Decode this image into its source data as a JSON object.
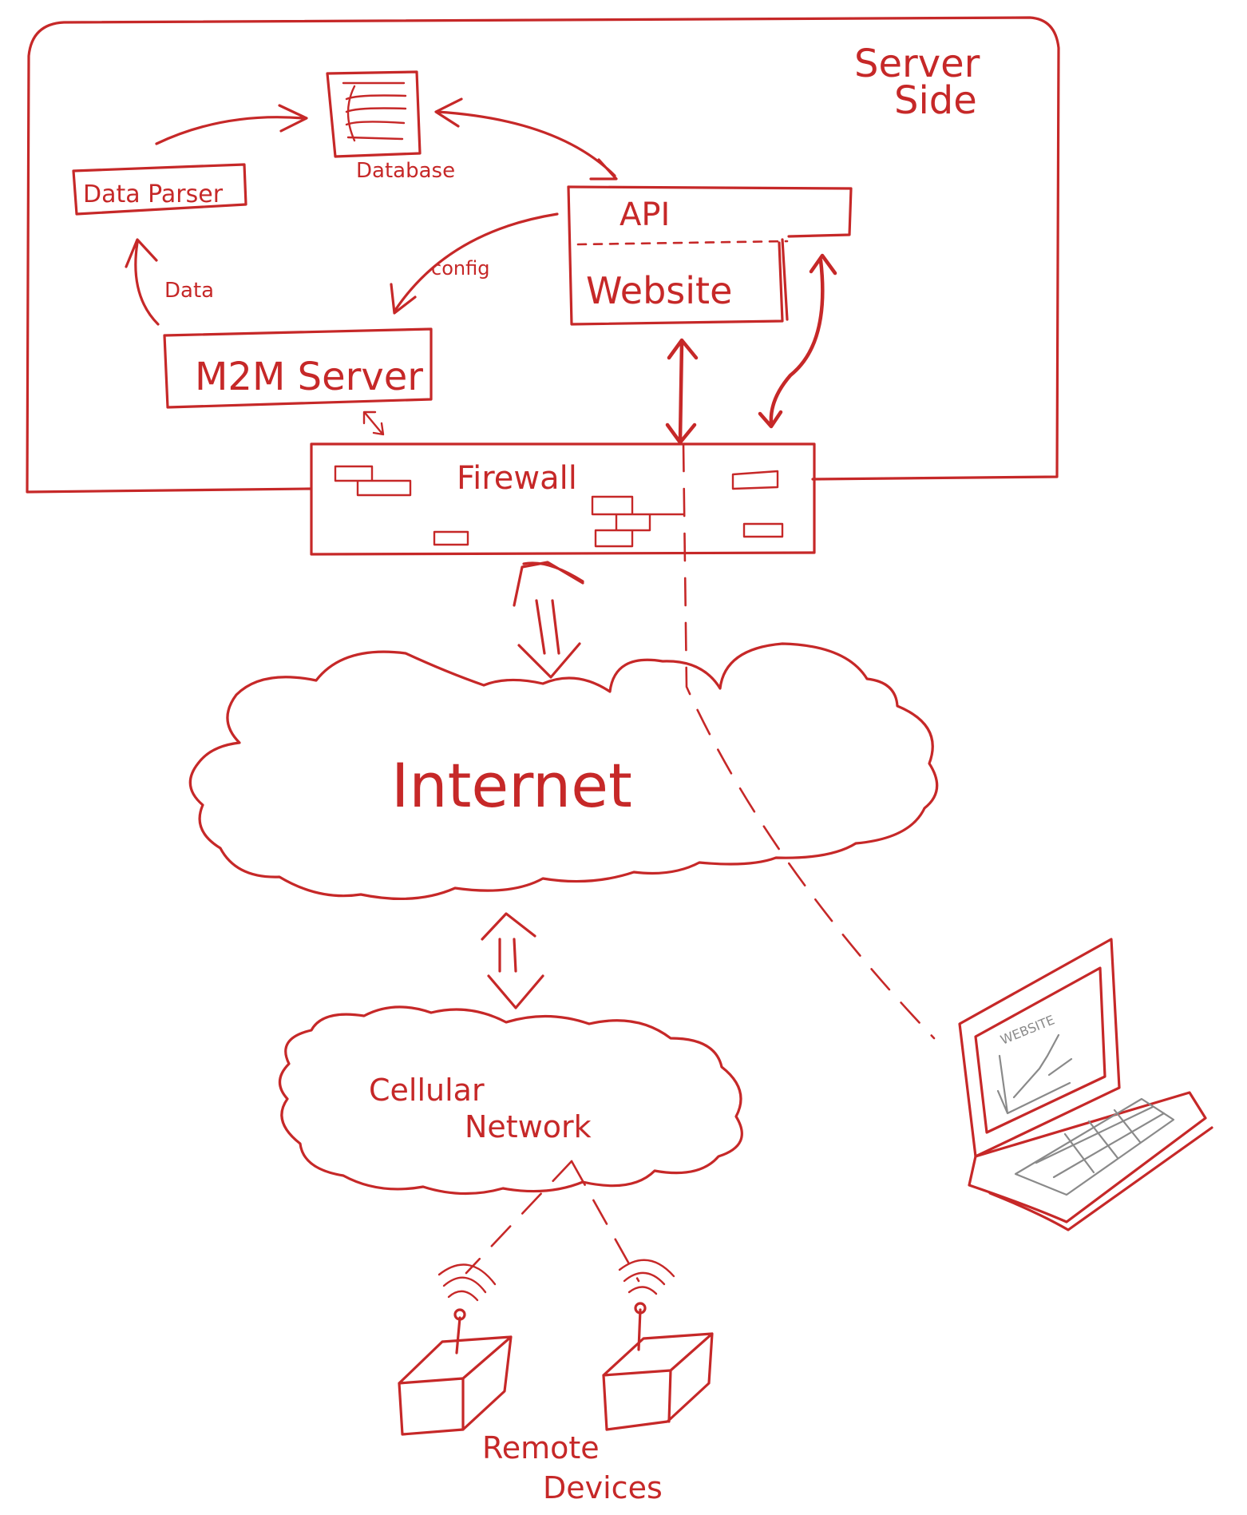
{
  "labels": {
    "server_side_line1": "Server",
    "server_side_line2": "Side",
    "database": "Database",
    "data_parser": "Data Parser",
    "api": "API",
    "website": "Website",
    "config": "config",
    "data": "Data",
    "m2m_server": "M2M Server",
    "firewall": "Firewall",
    "internet": "Internet",
    "cellular_line1": "Cellular",
    "cellular_line2": "Network",
    "laptop_screen": "WEBSITE",
    "remote_line1": "Remote",
    "remote_line2": "Devices"
  },
  "colors": {
    "ink": "#c62828",
    "laptop_screen_ink": "#8a8a8a",
    "background": "#ffffff"
  }
}
